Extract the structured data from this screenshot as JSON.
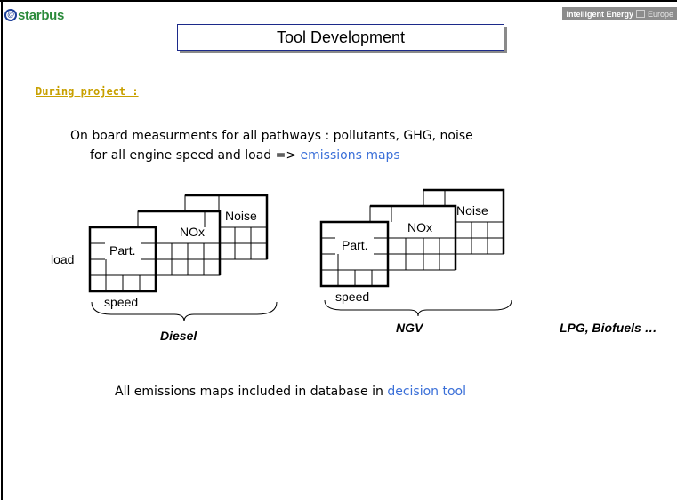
{
  "header": {
    "logo_text": "starbus",
    "logo_mark": "@",
    "badge_text": "Intelligent Energy",
    "badge_europe": "Europe",
    "title": "Tool Development"
  },
  "content": {
    "section_label": "During project :",
    "line1": "On board measurments  for all pathways : pollutants, GHG, noise",
    "line2_prefix": "for all engine speed and load => ",
    "line2_highlight": "emissions maps",
    "bottom_prefix": "All emissions maps included in database in ",
    "bottom_highlight": "decision tool"
  },
  "diagram": {
    "load_label": "load",
    "diesel": {
      "maps": [
        "Part.",
        "NOx",
        "Noise"
      ],
      "speed_label": "speed",
      "group_label": "Diesel"
    },
    "ngv": {
      "maps": [
        "Part.",
        "NOx",
        "Noise"
      ],
      "speed_label": "speed",
      "group_label": "NGV"
    },
    "other_label": "LPG, Biofuels …"
  },
  "colors": {
    "highlight": "#3a6fd8",
    "section_label": "#c8a000",
    "title_border": "#1c2a8a",
    "logo_green": "#2a8a3a",
    "logo_blue": "#1c3f9a",
    "badge_bg": "#8c8c8c"
  }
}
